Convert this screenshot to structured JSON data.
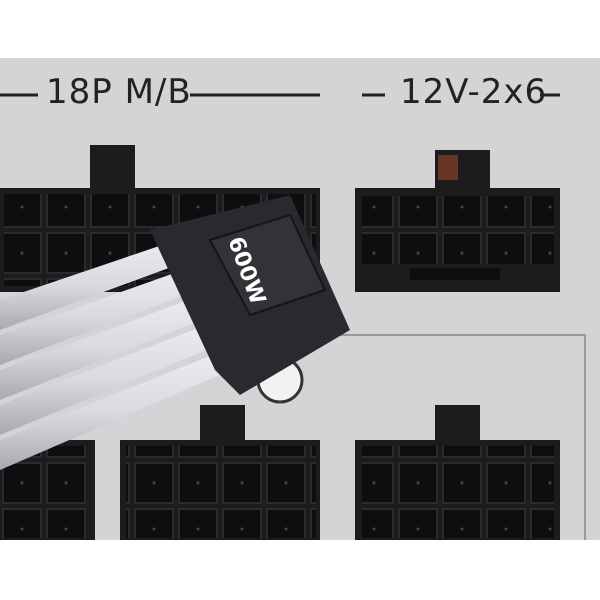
{
  "panel": {
    "mb_label": "18P M/B",
    "gpu_label": "12V-2x6",
    "cable_label": "600W"
  },
  "colors": {
    "panel": "#d4d4d6",
    "connector": "#1c1c1e",
    "cable": "#e6e6ea"
  }
}
